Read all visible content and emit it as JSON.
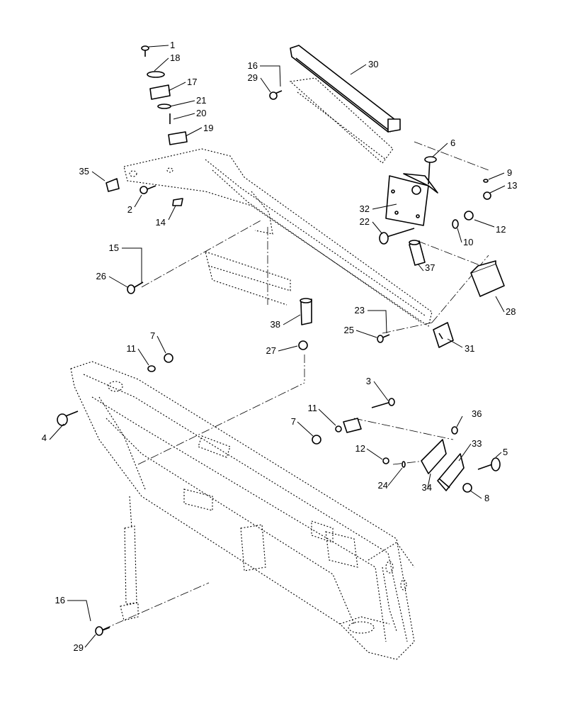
{
  "diagram": {
    "callouts": [
      {
        "id": "c1",
        "label": "1"
      },
      {
        "id": "c18",
        "label": "18"
      },
      {
        "id": "c17",
        "label": "17"
      },
      {
        "id": "c21",
        "label": "21"
      },
      {
        "id": "c20",
        "label": "20"
      },
      {
        "id": "c19",
        "label": "19"
      },
      {
        "id": "c35",
        "label": "35"
      },
      {
        "id": "c2",
        "label": "2"
      },
      {
        "id": "c14",
        "label": "14"
      },
      {
        "id": "c16a",
        "label": "16"
      },
      {
        "id": "c29a",
        "label": "29"
      },
      {
        "id": "c30",
        "label": "30"
      },
      {
        "id": "c6",
        "label": "6"
      },
      {
        "id": "c9",
        "label": "9"
      },
      {
        "id": "c13",
        "label": "13"
      },
      {
        "id": "c32",
        "label": "32"
      },
      {
        "id": "c22",
        "label": "22"
      },
      {
        "id": "c12a",
        "label": "12"
      },
      {
        "id": "c10",
        "label": "10"
      },
      {
        "id": "c37",
        "label": "37"
      },
      {
        "id": "c28",
        "label": "28"
      },
      {
        "id": "c15",
        "label": "15"
      },
      {
        "id": "c26",
        "label": "26"
      },
      {
        "id": "c23",
        "label": "23"
      },
      {
        "id": "c25",
        "label": "25"
      },
      {
        "id": "c31",
        "label": "31"
      },
      {
        "id": "c38",
        "label": "38"
      },
      {
        "id": "c27",
        "label": "27"
      },
      {
        "id": "c7a",
        "label": "7"
      },
      {
        "id": "c11a",
        "label": "11"
      },
      {
        "id": "c4",
        "label": "4"
      },
      {
        "id": "c3",
        "label": "3"
      },
      {
        "id": "c11b",
        "label": "11"
      },
      {
        "id": "c7b",
        "label": "7"
      },
      {
        "id": "c36",
        "label": "36"
      },
      {
        "id": "c12b",
        "label": "12"
      },
      {
        "id": "c33",
        "label": "33"
      },
      {
        "id": "c5",
        "label": "5"
      },
      {
        "id": "c24",
        "label": "24"
      },
      {
        "id": "c34",
        "label": "34"
      },
      {
        "id": "c8",
        "label": "8"
      },
      {
        "id": "c16b",
        "label": "16"
      },
      {
        "id": "c29b",
        "label": "29"
      }
    ]
  }
}
